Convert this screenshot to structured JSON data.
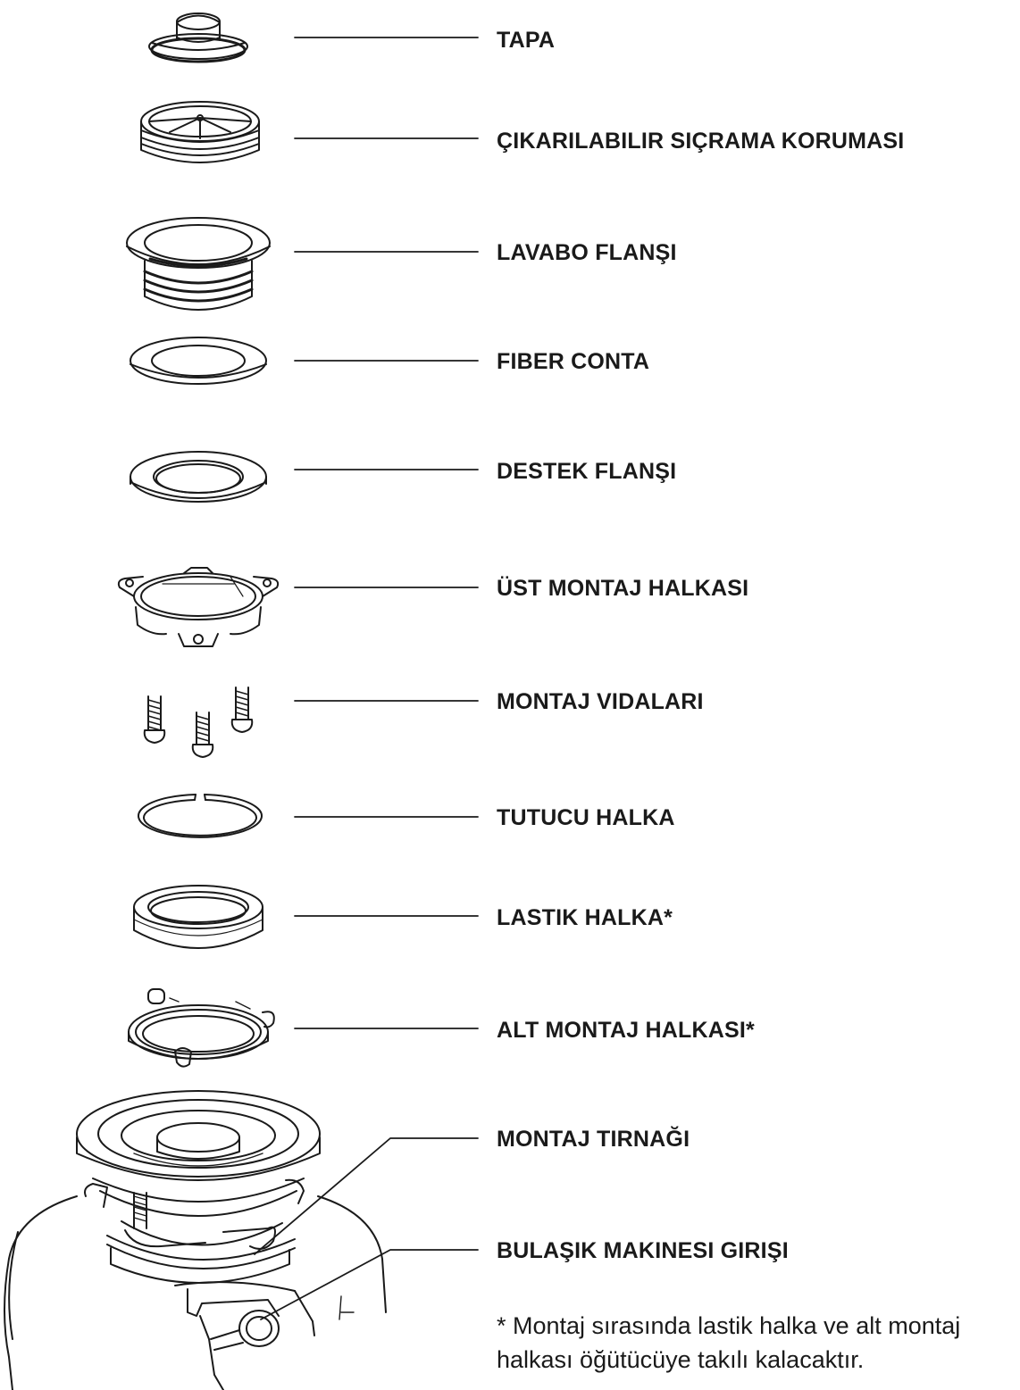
{
  "parts": [
    {
      "id": "tapa",
      "label": "TAPA"
    },
    {
      "id": "splash",
      "label": "ÇIKARILABILIR SIÇRAMA KORUMASI"
    },
    {
      "id": "sink-flange",
      "label": "LAVABO FLANŞI"
    },
    {
      "id": "fiber-gasket",
      "label": "FIBER CONTA"
    },
    {
      "id": "back-flange",
      "label": "DESTEK FLANŞI"
    },
    {
      "id": "upper-ring",
      "label": "ÜST MONTAJ HALKASI"
    },
    {
      "id": "screws",
      "label": "MONTAJ VIDALARI"
    },
    {
      "id": "snap-ring",
      "label": "TUTUCU HALKA"
    },
    {
      "id": "rubber-ring",
      "label": "LASTIK HALKA*"
    },
    {
      "id": "lower-ring",
      "label": "ALT MONTAJ HALKASI*"
    },
    {
      "id": "mount-tab",
      "label": "MONTAJ TIRNAĞI"
    },
    {
      "id": "dishwasher-inlet",
      "label": "BULAŞIK MAKINESI GIRIŞI"
    }
  ],
  "note": {
    "line1": "* Montaj sırasında lastik halka ve alt montaj",
    "line2": "halkası öğütücüye takılı kalacaktır."
  }
}
